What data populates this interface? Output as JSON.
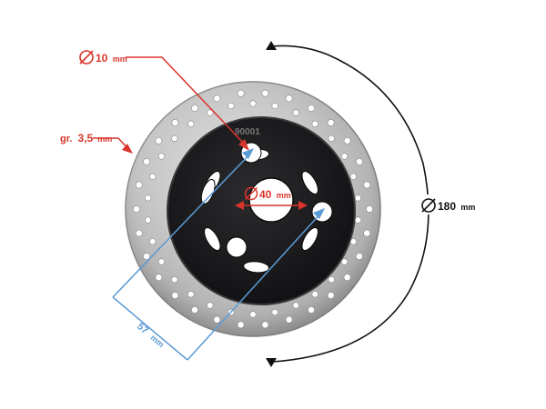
{
  "labels": {
    "bolt_hole_diameter": "10",
    "bolt_hole_unit": "mm",
    "thickness_prefix": "gr.",
    "thickness_value": "3,5",
    "thickness_unit": "mm",
    "center_hole_diameter": "40",
    "center_hole_unit": "mm",
    "outer_diameter": "180",
    "outer_diameter_unit": "mm",
    "bolt_spacing": "57",
    "bolt_spacing_unit": "mm"
  },
  "hub_marking": "90001",
  "colors": {
    "annotation_red": "#d9342b",
    "annotation_blue": "#5b9bd5",
    "annotation_black": "#111111",
    "disc_steel": "#c4c4c4",
    "hub_black": "#1d1d1f"
  }
}
